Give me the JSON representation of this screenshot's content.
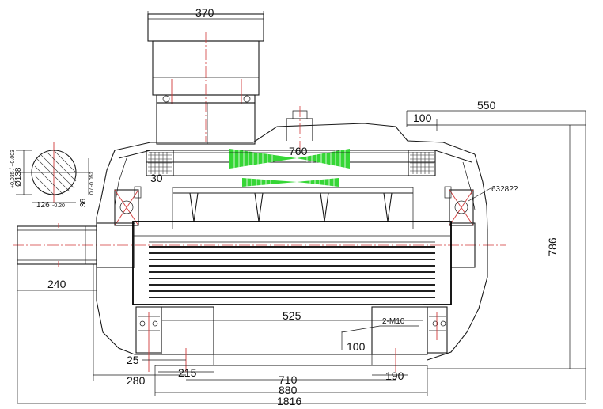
{
  "dimensions": {
    "terminal_box_width": "370",
    "rotor_length": "760",
    "overall_height": "786",
    "overhang": "550",
    "top_offset": "100",
    "shaft_extension": "240",
    "foot_span": "525",
    "bolt_note": "2-M10",
    "bolt_offset": "100",
    "foot_height": "25",
    "left_offset": "280",
    "foot_width_left": "215",
    "foot_pitch": "710",
    "foot_width_right": "190",
    "base_width": "880",
    "overall_length": "1816",
    "bearing_ref": "6328??",
    "inner_30": "30"
  },
  "shaft_section": {
    "diameter_label": "Ø138",
    "diameter_tol": "+0.035 / +0.003",
    "key_width_label": "126",
    "key_width_tol": "-0.20",
    "key_depth_label": "36",
    "key_depth_tol": "0 / -0.052"
  },
  "colors": {
    "line": "#1a1a1a",
    "centerline": "#d23a3a",
    "winding": "#35d635"
  }
}
